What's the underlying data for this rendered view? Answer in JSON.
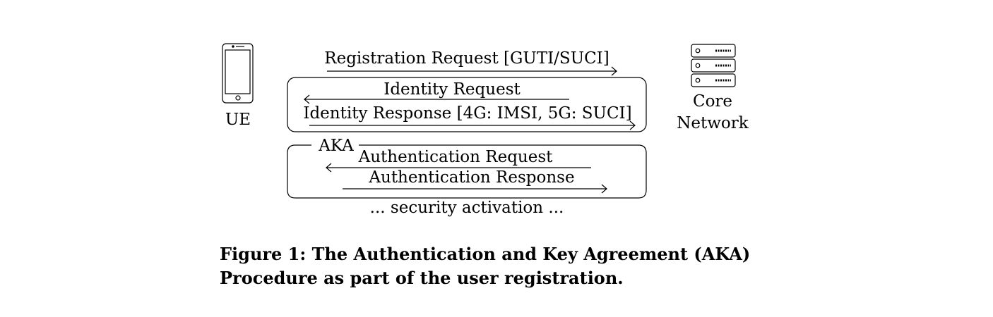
{
  "entities": {
    "ue_label": "UE",
    "core_label_line1": "Core",
    "core_label_line2": "Network"
  },
  "messages": {
    "registration_request": "Registration Request [GUTI/SUCI]",
    "identity_request": "Identity Request",
    "identity_response": "Identity Response [4G: IMSI, 5G: SUCI]",
    "aka_label": "AKA",
    "authentication_request": "Authentication Request",
    "authentication_response": "Authentication Response",
    "security_activation": "... security activation ..."
  },
  "caption": {
    "text": "Figure 1: The Authentication and Key Agreement (AKA) Procedure as part of the user registration."
  }
}
